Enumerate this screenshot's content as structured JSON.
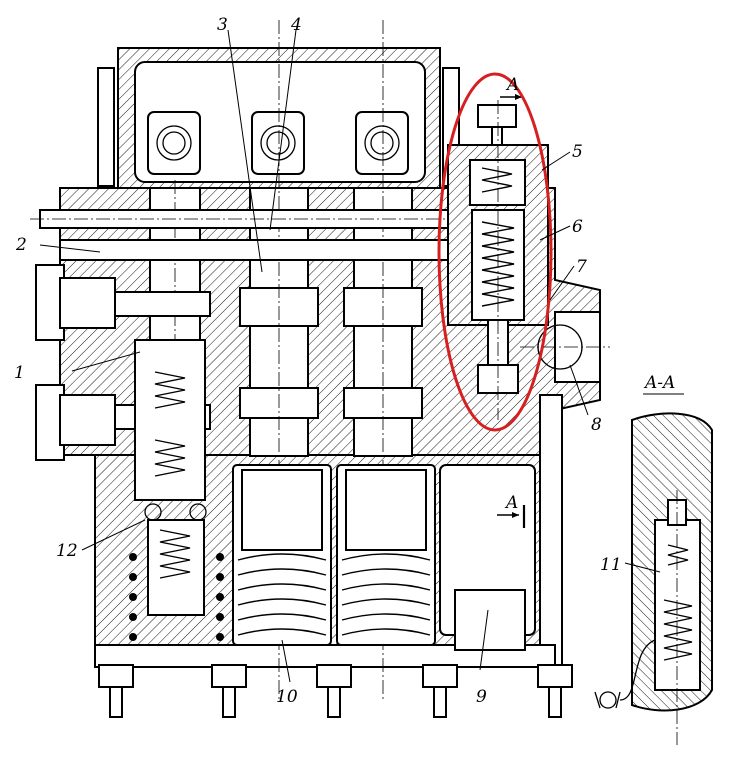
{
  "diagram": {
    "callouts": [
      "1",
      "2",
      "3",
      "4",
      "5",
      "6",
      "7",
      "8",
      "9",
      "10",
      "11",
      "12"
    ],
    "section_mark": "A",
    "section_title": "A-A",
    "highlight_color": "#d62020",
    "line_color": "#000000",
    "background": "#ffffff"
  }
}
